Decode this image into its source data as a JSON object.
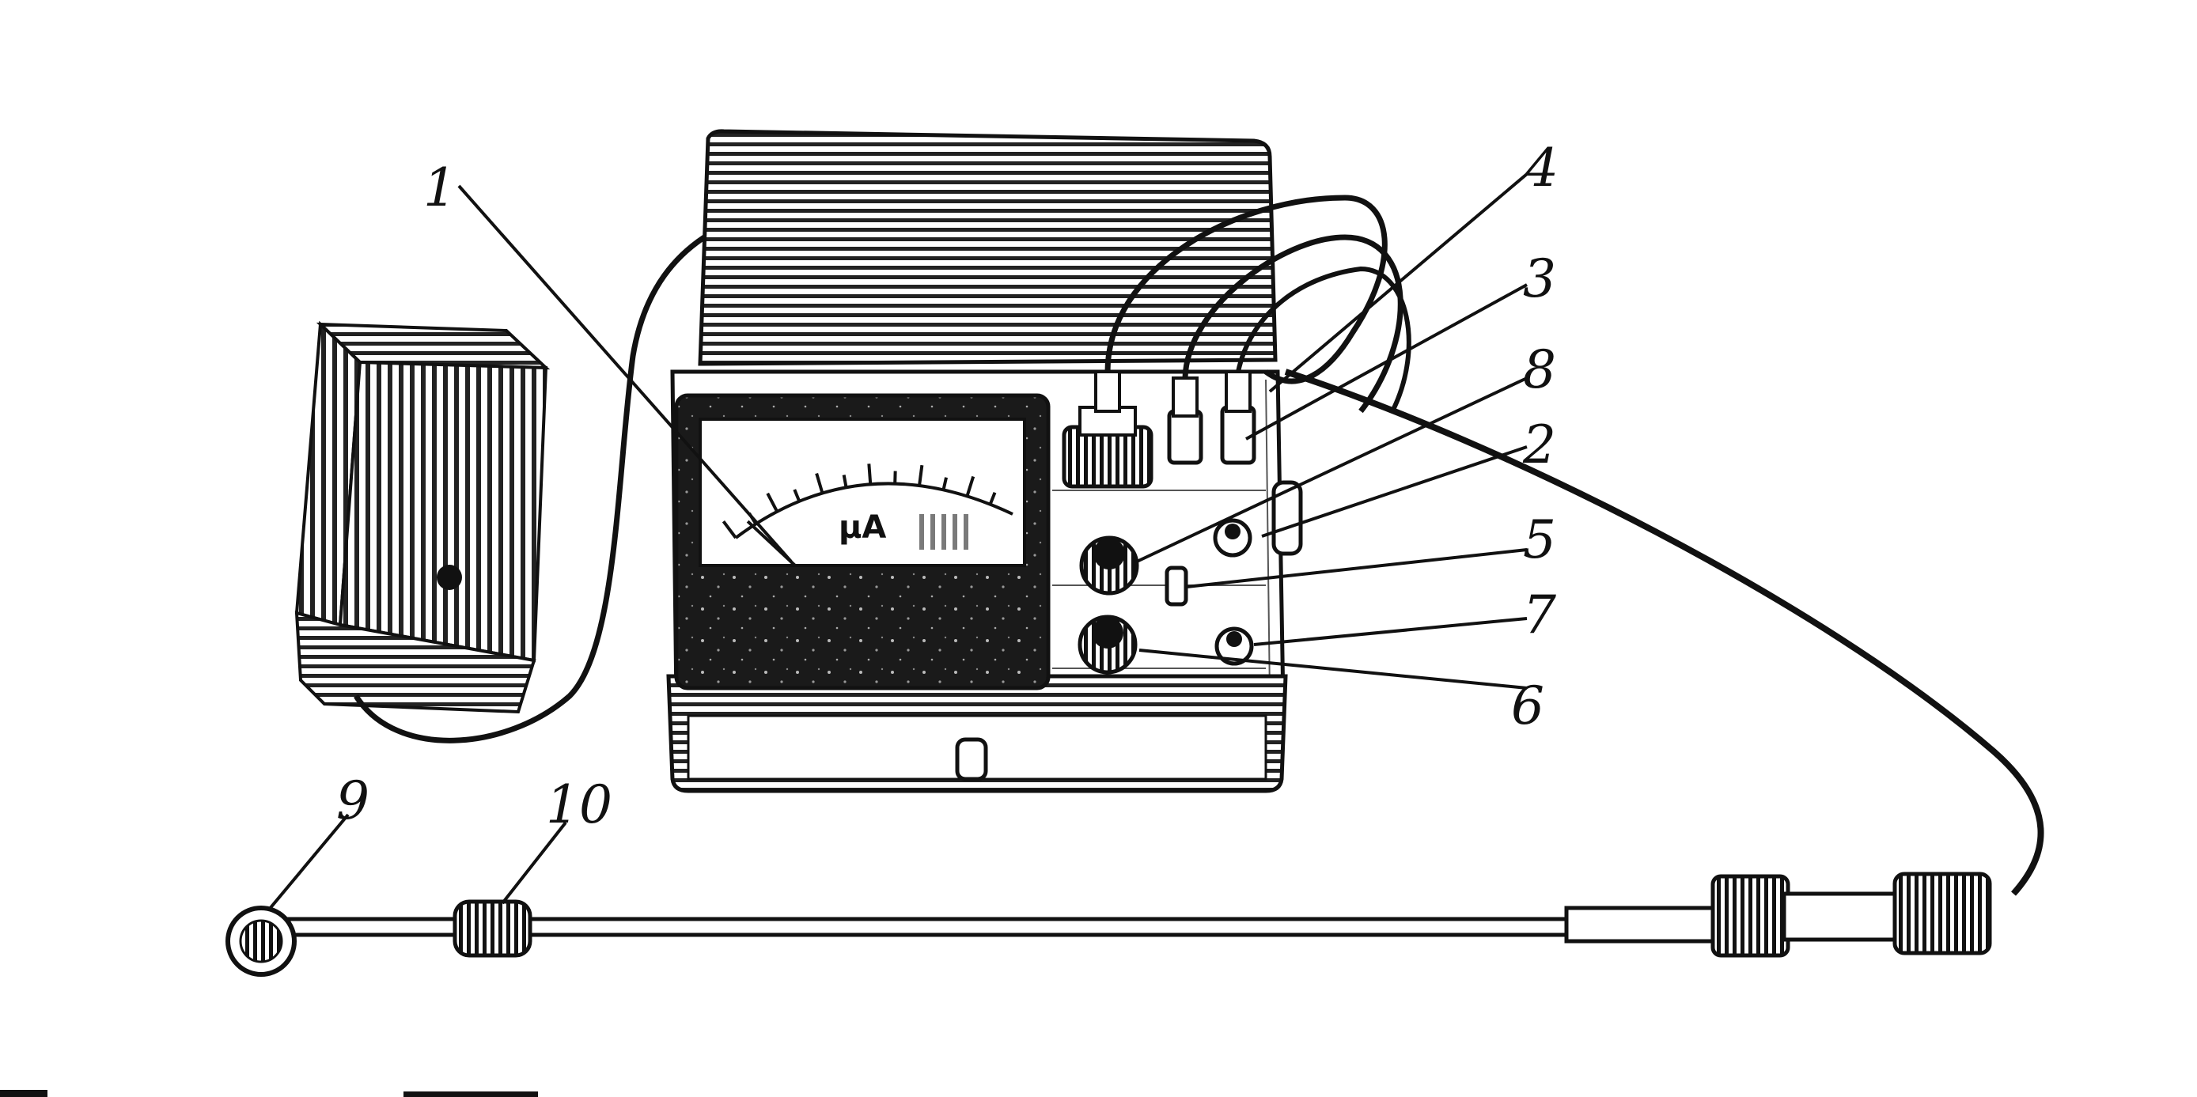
{
  "figure": {
    "meter": {
      "unit_label": "μA",
      "needle_fraction": 0.05
    },
    "callouts": [
      {
        "id": "1",
        "text": "1"
      },
      {
        "id": "2",
        "text": "2"
      },
      {
        "id": "3",
        "text": "3"
      },
      {
        "id": "4",
        "text": "4"
      },
      {
        "id": "5",
        "text": "5"
      },
      {
        "id": "6",
        "text": "6"
      },
      {
        "id": "7",
        "text": "7"
      },
      {
        "id": "8",
        "text": "8"
      },
      {
        "id": "9",
        "text": "9"
      },
      {
        "id": "10",
        "text": "10"
      }
    ],
    "colors": {
      "ink": "#111111",
      "paper": "#ffffff",
      "dark_panel": "#1a1a1a"
    }
  }
}
